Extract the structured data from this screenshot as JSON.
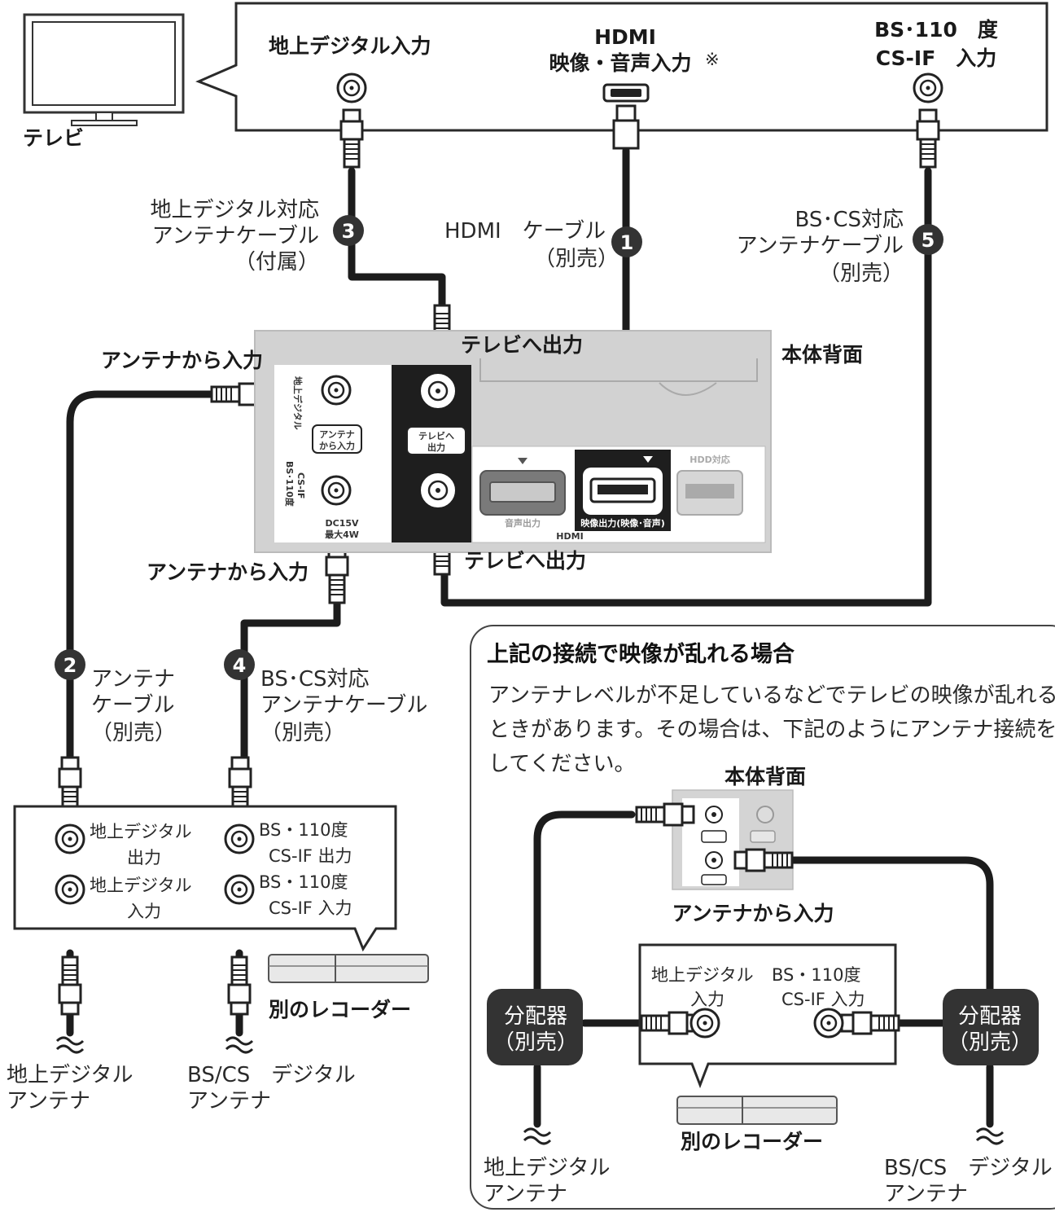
{
  "tv": {
    "label": "テレビ",
    "inputs": {
      "terrestrial": "地上デジタル入力",
      "hdmi_line1": "HDMI",
      "hdmi_line2": "映像・音声入力",
      "hdmi_mark": "※",
      "bs_line1": "BS･110　度",
      "bs_line2": "CS-IF　入力"
    }
  },
  "cables": {
    "c1": {
      "num": "1",
      "line1": "HDMI　ケーブル",
      "line2": "（別売）"
    },
    "c2": {
      "num": "2",
      "line1": "アンテナ",
      "line2": "ケーブル",
      "line3": "（別売）"
    },
    "c3": {
      "num": "3",
      "line1": "地上デジタル対応",
      "line2": "アンテナケーブル",
      "line3": "（付属）"
    },
    "c4": {
      "num": "4",
      "line1": "BS･CS対応",
      "line2": "アンテナケーブル",
      "line3": "（別売）"
    },
    "c5": {
      "num": "5",
      "line1": "BS･CS対応",
      "line2": "アンテナケーブル",
      "line3": "（別売）"
    }
  },
  "recorder": {
    "title": "本体背面",
    "tv_out_top": "テレビへ出力",
    "tv_out_bottom": "テレビへ出力",
    "antenna_in_top": "アンテナから入力",
    "antenna_in_bottom": "アンテナから入力",
    "panel_terrestrial": "地上デジタル",
    "panel_bs": "BS･110度",
    "panel_csif": "CS-IF",
    "panel_antenna_in_1": "アンテナ",
    "panel_antenna_in_2": "から入力",
    "panel_tv_out_1": "テレビへ",
    "panel_tv_out_2": "出力",
    "panel_dc_1": "DC15V",
    "panel_dc_2": "最大4W",
    "port_audio_out": "音声出力",
    "port_video_out": "映像出力(映像･音声)",
    "port_hdd": "HDD対応",
    "hdmi_label": "HDMI"
  },
  "other_recorder": {
    "port1_line1": "地上デジタル",
    "port1_line2": "出力",
    "port2_line1": "BS・110度",
    "port2_line2": "CS-IF 出力",
    "port3_line1": "地上デジタル",
    "port3_line2": "入力",
    "port4_line1": "BS・110度",
    "port4_line2": "CS-IF 入力",
    "name": "別のレコーダー"
  },
  "antennas": {
    "terrestrial_line1": "地上デジタル",
    "terrestrial_line2": "アンテナ",
    "bscs_line1": "BS/CS　デジタル",
    "bscs_line2": "アンテナ"
  },
  "inset": {
    "title": "上記の接続で映像が乱れる場合",
    "body_line1": "アンテナレベルが不足しているなどでテレビの映像が乱れる",
    "body_line2": "ときがあります。その場合は、下記のようにアンテナ接続を",
    "body_line3": "してください。",
    "recorder_title": "本体背面",
    "antenna_in": "アンテナから入力",
    "splitter_line1": "分配器",
    "splitter_line2": "（別売）",
    "other_port1_line1": "地上デジタル",
    "other_port1_line2": "入力",
    "other_port2_line1": "BS・110度",
    "other_port2_line2": "CS-IF 入力",
    "other_recorder": "別のレコーダー",
    "ant_terrestrial_line1": "地上デジタル",
    "ant_terrestrial_line2": "アンテナ",
    "ant_bscs_line1": "BS/CS　デジタル",
    "ant_bscs_line2": "アンテナ"
  }
}
